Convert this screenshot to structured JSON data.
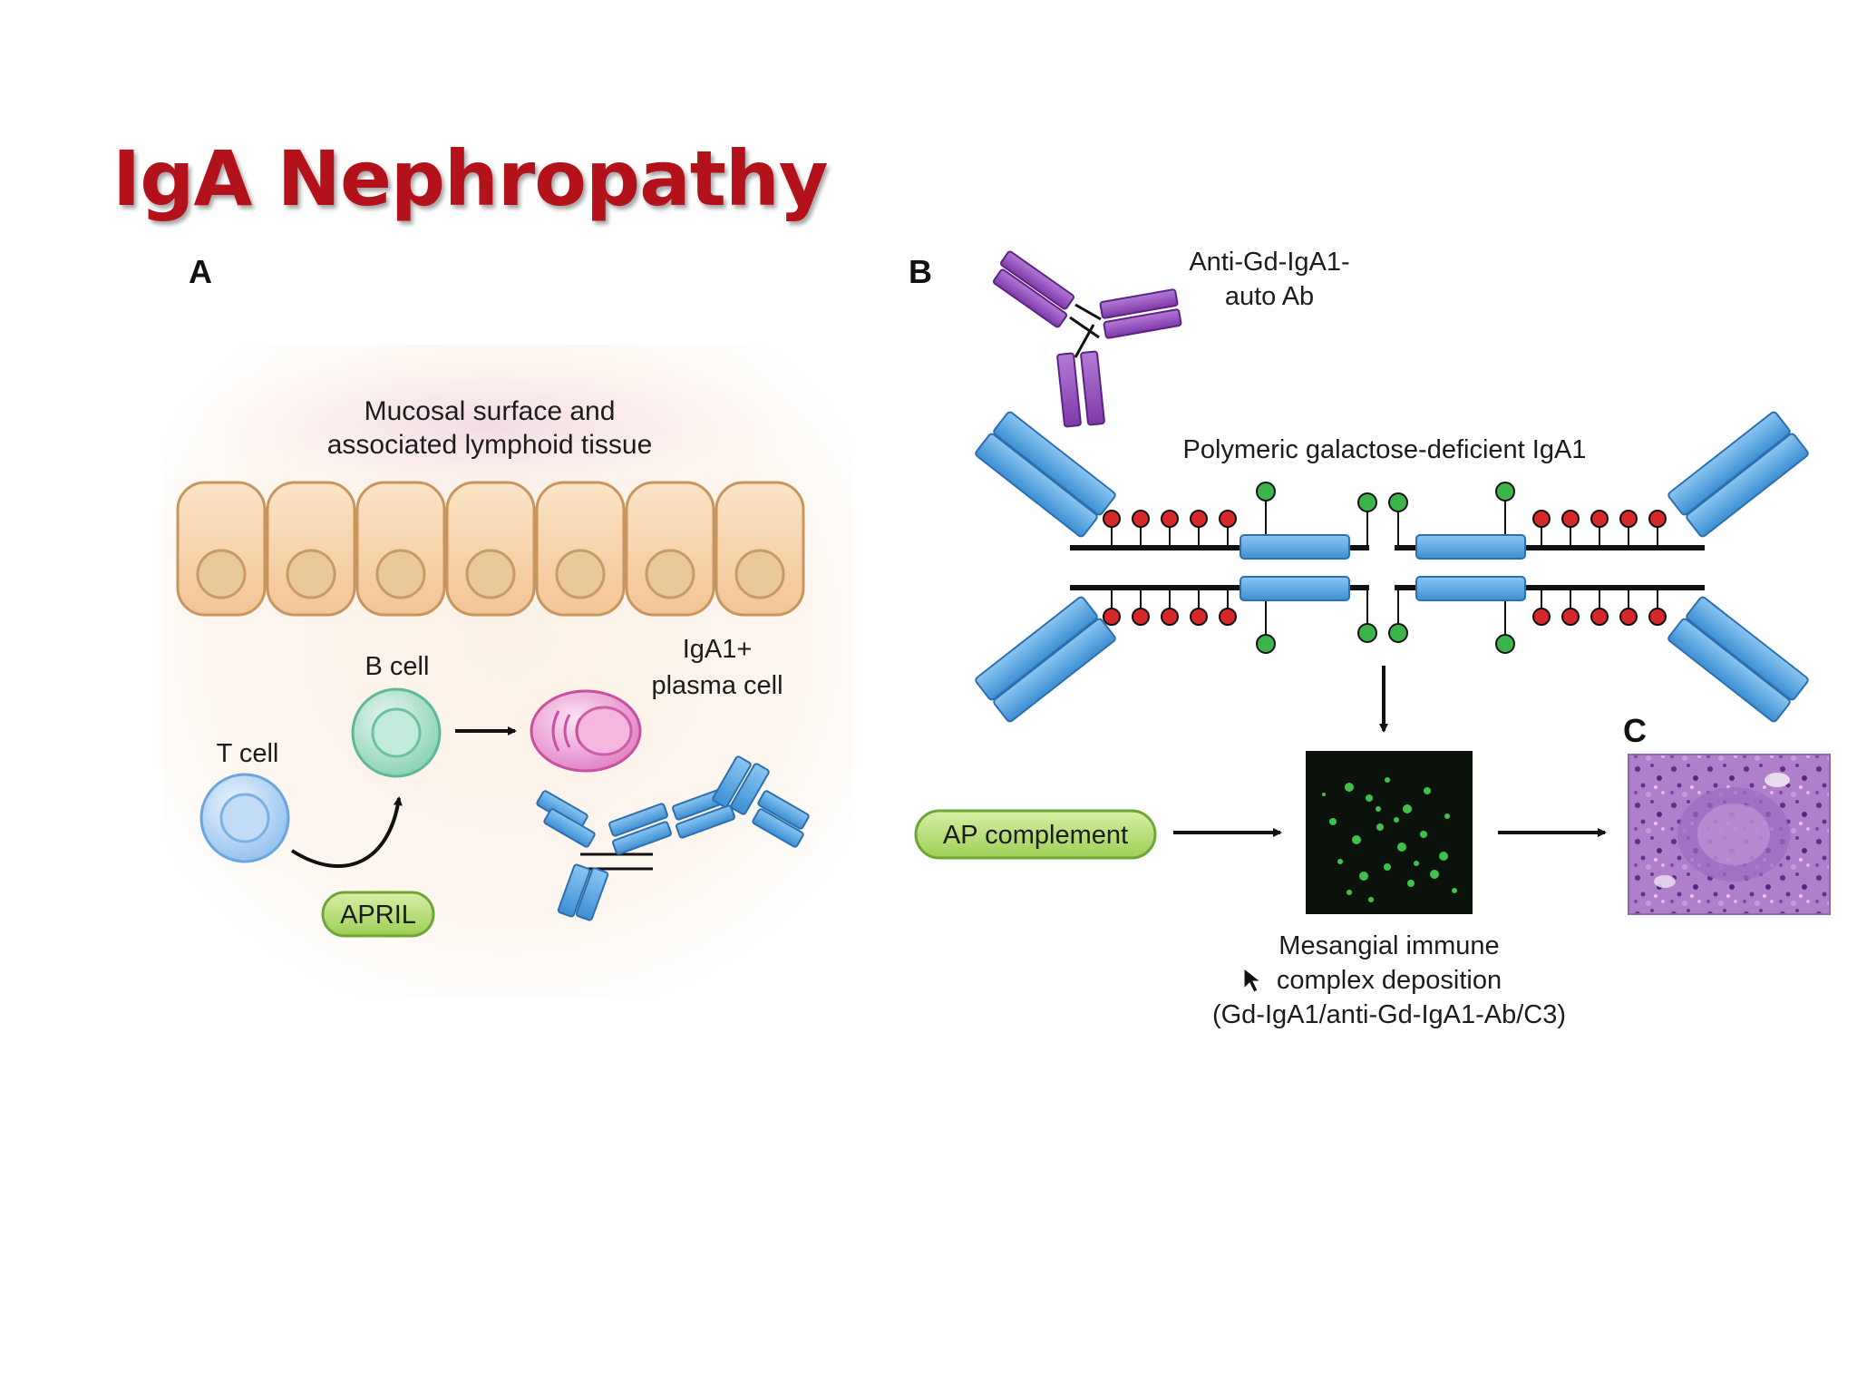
{
  "slide": {
    "title": "IgA Nephropathy"
  },
  "panel_a": {
    "letter": "A",
    "mucosal_label": [
      "Mucosal surface and",
      "associated lymphoid tissue"
    ],
    "b_cell_label": "B cell",
    "t_cell_label": "T cell",
    "plasma_cell_label": [
      "IgA1+",
      "plasma cell"
    ],
    "april_label": "APRIL"
  },
  "panel_b": {
    "letter": "B",
    "autoantibody_label": [
      "Anti-Gd-IgA1-",
      "auto Ab"
    ],
    "polymeric_label": "Polymeric galactose-deficient IgA1",
    "ap_complement_label": "AP complement",
    "deposition_label": [
      "Mesangial immune",
      "complex deposition",
      "(Gd-IgA1/anti-Gd-IgA1-Ab/C3)"
    ]
  },
  "panel_c": {
    "letter": "C"
  },
  "colors": {
    "title": "#b4121b",
    "antibody_blue": "#5aa9e6",
    "autoantibody_purple": "#9b55c4",
    "glycan_red": "#d62828",
    "glycan_green": "#3bb54a",
    "epithelium": "#f6d2a8",
    "b_cell": "#9edcc4",
    "t_cell": "#9cc8f0",
    "plasma_cell": "#ec8fd0",
    "pill_green": "#b9e07a"
  }
}
